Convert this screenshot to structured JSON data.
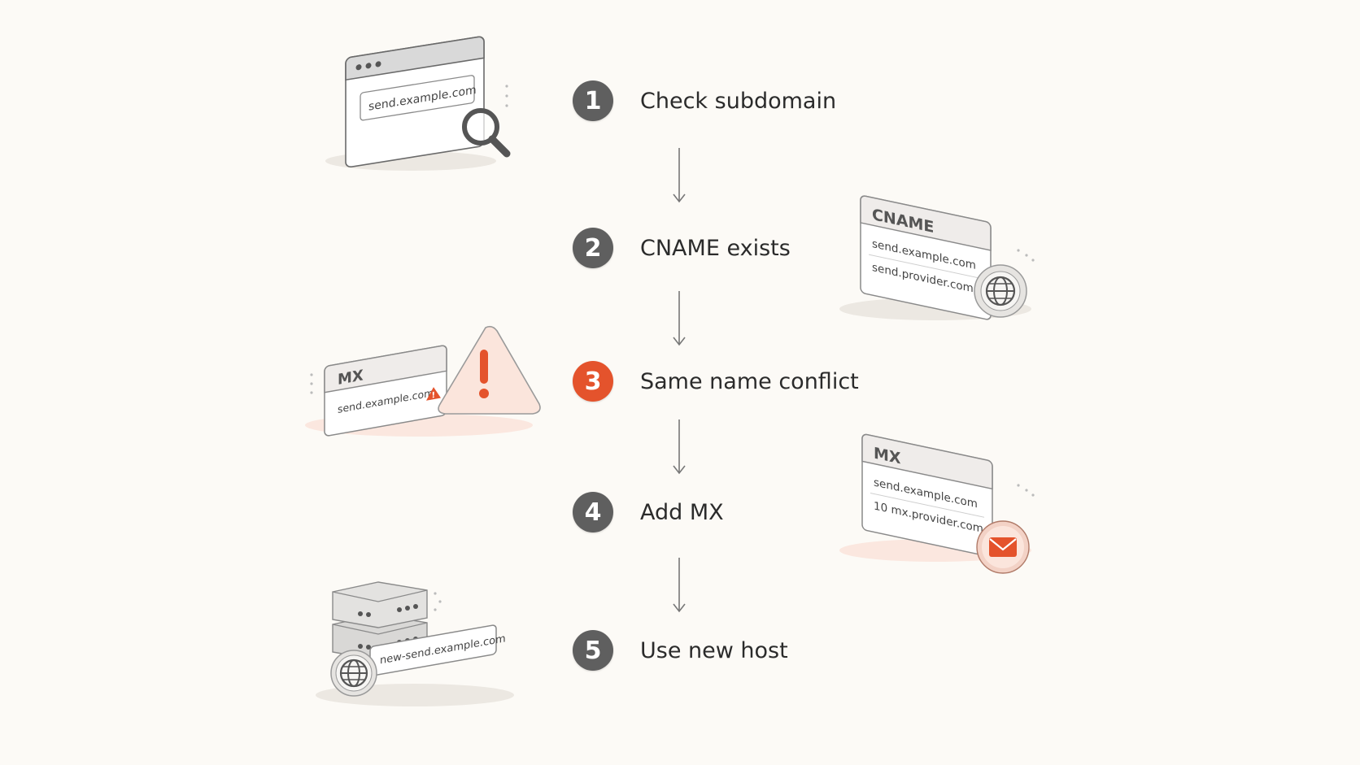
{
  "steps": [
    {
      "number": "1",
      "label": "Check subdomain"
    },
    {
      "number": "2",
      "label": "CNAME exists"
    },
    {
      "number": "3",
      "label": "Same name conflict"
    },
    {
      "number": "4",
      "label": "Add MX"
    },
    {
      "number": "5",
      "label": "Use new host"
    }
  ],
  "illustrations": {
    "browser": {
      "url": "send.example.com",
      "icon": "magnifier-icon"
    },
    "cname_card": {
      "header": "CNAME",
      "row1": "send.example.com",
      "row2": "send.provider.com",
      "icon": "globe-icon"
    },
    "mx_conflict_card": {
      "header": "MX",
      "row1": "send.example.com",
      "icon": "warning-icon"
    },
    "mx_card": {
      "header": "MX",
      "row1": "send.example.com",
      "row2": "10 mx.provider.com",
      "icon": "envelope-icon"
    },
    "server_card": {
      "host": "new-send.example.com",
      "icon": "globe-icon"
    }
  },
  "colors": {
    "badge_default": "#5f5f5f",
    "badge_highlight": "#e4532c",
    "accent": "#e4532c",
    "background": "#fcfaf6"
  }
}
